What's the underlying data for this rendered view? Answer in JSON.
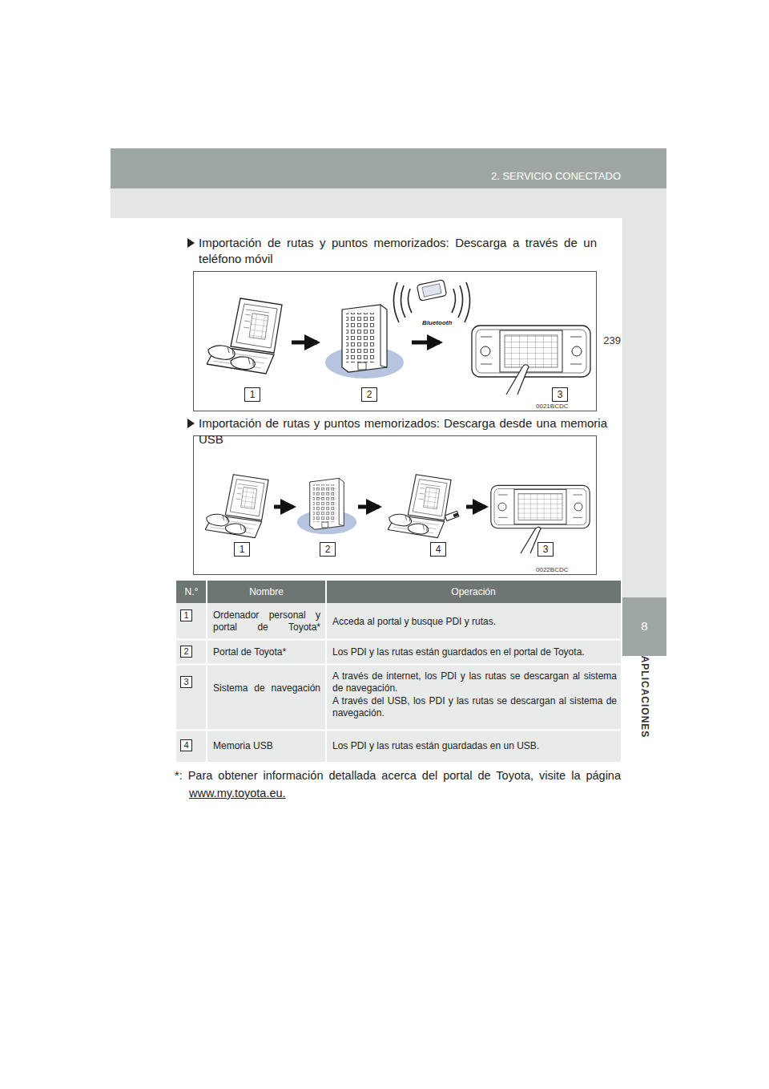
{
  "diagram": {
    "nodes": [
      {
        "text": [
          "1"
        ]
      },
      {
        "text": [
          "2"
        ]
      },
      {
        "text": [
          "3"
        ]
      },
      {
        "text": [
          "1"
        ]
      },
      {
        "text": [
          "2"
        ]
      },
      {
        "text": [
          "4"
        ]
      },
      {
        "text": [
          "3"
        ]
      }
    ],
    "edges": [
      {
        "from": 0,
        "to": 1,
        "arrow": "to"
      },
      {
        "from": 1,
        "to": 2,
        "arrow": "to"
      },
      {
        "from": 3,
        "to": 4,
        "arrow": "to"
      },
      {
        "from": 4,
        "to": 5,
        "arrow": "to"
      },
      {
        "from": 5,
        "to": 6,
        "arrow": "to"
      }
    ],
    "labels": [
      "2. SERVICIO CONECTADO",
      "239",
      "8",
      "APLICACIONES",
      "Importación de rutas y puntos memorizados: Descarga a través de un teléfono móvil",
      "Bluetooth",
      "0021BCDC",
      "Importación de rutas y puntos memorizados: Descarga desde una memoria USB",
      "0022BCDC",
      "N.°",
      "Nombre",
      "Operación",
      "1",
      "Ordenador personal y portal de Toyota*",
      "Acceda al portal y busque PDI y rutas.",
      "2",
      "Portal de Toyota*",
      "Los PDI y las rutas están guardados en el portal de Toyota.",
      "3",
      "Sistema de navegación",
      "A través de internet, los PDI y las rutas se descargan al sistema de navegación.",
      "A través del USB, los PDI y las rutas se descargan al sistema de navegación.",
      "4",
      "Memoria USB",
      "Los PDI y las rutas están guardadas en un USB.",
      "*: Para obtener información detallada acerca del portal de Toyota, visite la página",
      "www.my.toyota.eu."
    ]
  }
}
